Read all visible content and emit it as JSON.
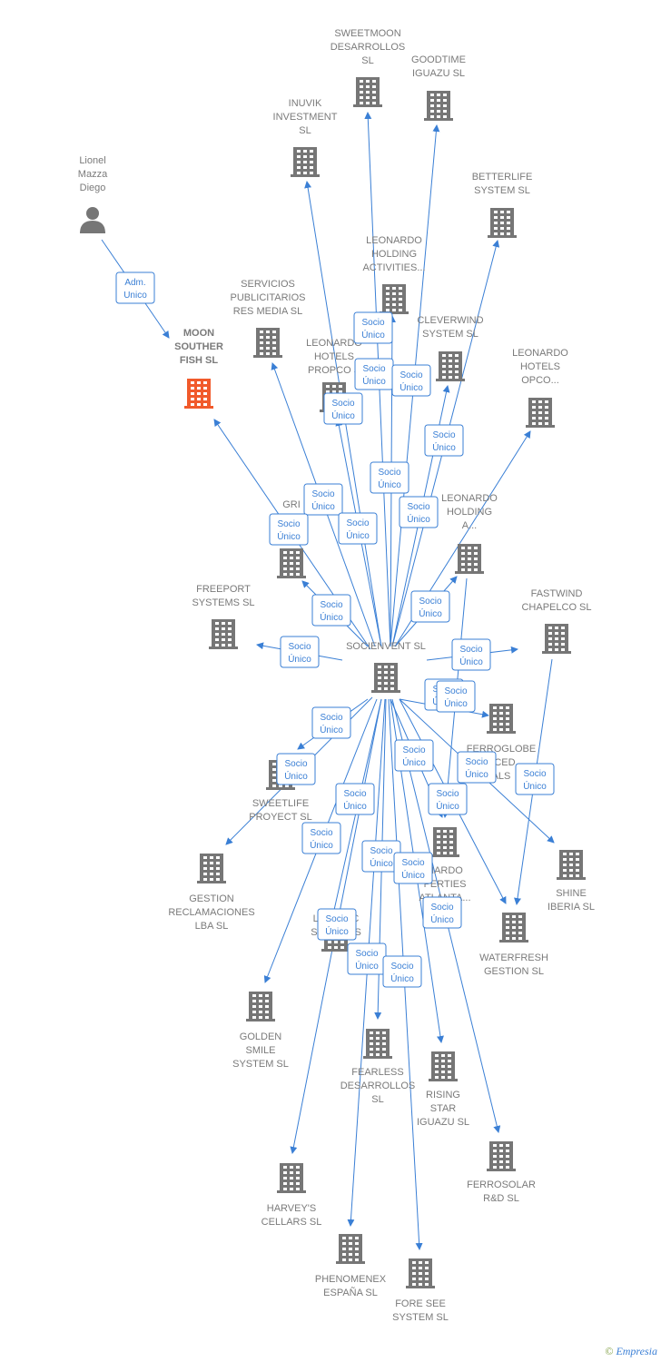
{
  "colors": {
    "edge": "#3a7fd5",
    "node": "#767676",
    "highlight": "#f15a2b",
    "label": "#7a7a7a"
  },
  "nodes": [
    {
      "id": "sweetmoon",
      "label": [
        "SWEETMOON",
        "DESARROLLOS",
        "SL"
      ],
      "icon": "building-icon"
    },
    {
      "id": "goodtime",
      "label": [
        "GOODTIME",
        "IGUAZU  SL"
      ],
      "icon": "building-icon"
    },
    {
      "id": "inuvik",
      "label": [
        "INUVIK",
        "INVESTMENT",
        "SL"
      ],
      "icon": "building-icon"
    },
    {
      "id": "lionel",
      "label": [
        "Lionel",
        "Mazza",
        "Diego"
      ],
      "icon": "person-icon"
    },
    {
      "id": "betterlife",
      "label": [
        "BETTERLIFE",
        "SYSTEM  SL"
      ],
      "icon": "building-icon"
    },
    {
      "id": "leo_holding_act",
      "label": [
        "LEONARDO",
        "HOLDING",
        "ACTIVITIES..."
      ],
      "icon": "building-icon"
    },
    {
      "id": "servicios",
      "label": [
        "SERVICIOS",
        "PUBLICITARIOS",
        "RES MEDIA  SL"
      ],
      "icon": "building-icon"
    },
    {
      "id": "moon",
      "label": [
        "MOON",
        "SOUTHER",
        "FISH  SL"
      ],
      "icon": "building-icon",
      "highlight": true
    },
    {
      "id": "cleverwind",
      "label": [
        "CLEVERWIND",
        "SYSTEM  SL"
      ],
      "icon": "building-icon"
    },
    {
      "id": "leo_propco",
      "label": [
        "LEONARDO",
        "HOTELS",
        "PROPCO  S"
      ],
      "icon": "building-icon"
    },
    {
      "id": "leo_opco",
      "label": [
        "LEONARDO",
        "HOTELS",
        "OPCO..."
      ],
      "icon": "building-icon"
    },
    {
      "id": "gri",
      "label": [
        "GRI",
        "S",
        "SE    SL"
      ],
      "icon": "building-icon"
    },
    {
      "id": "leo_holding",
      "label": [
        "LEONARDO",
        "HOLDING",
        "A..."
      ],
      "icon": "building-icon"
    },
    {
      "id": "freeport",
      "label": [
        "FREEPORT",
        "SYSTEMS  SL"
      ],
      "icon": "building-icon"
    },
    {
      "id": "fastwind",
      "label": [
        "FASTWIND",
        "CHAPELCO  SL"
      ],
      "icon": "building-icon"
    },
    {
      "id": "socienvent",
      "label": [
        "SOCIENVENT SL"
      ],
      "icon": "building-icon"
    },
    {
      "id": "ferroglobe",
      "label": [
        "FERROGLOBE",
        "NCED",
        "ALS"
      ],
      "icon": "building-icon"
    },
    {
      "id": "sweetlife",
      "label": [
        "SWEETLIFE",
        "PROYECT  SL"
      ],
      "icon": "building-icon"
    },
    {
      "id": "gestion",
      "label": [
        "GESTION",
        "RECLAMACIONES",
        "LBA  SL"
      ],
      "icon": "building-icon"
    },
    {
      "id": "leo_atlanta",
      "label": [
        "NARDO",
        "PERTIES",
        "ATLANTA..."
      ],
      "icon": "building-icon"
    },
    {
      "id": "shine",
      "label": [
        "SHINE",
        "IBERIA  SL"
      ],
      "icon": "building-icon"
    },
    {
      "id": "waterfresh",
      "label": [
        "WATERFRESH",
        "GESTION  SL"
      ],
      "icon": "building-icon"
    },
    {
      "id": "lifejuice",
      "label": [
        "LIFE JUIC",
        "SYSTEM  S"
      ],
      "icon": "building-icon"
    },
    {
      "id": "golden",
      "label": [
        "GOLDEN",
        "SMILE",
        "SYSTEM  SL"
      ],
      "icon": "building-icon"
    },
    {
      "id": "fearless",
      "label": [
        "FEARLESS",
        "DESARROLLOS",
        "SL"
      ],
      "icon": "building-icon"
    },
    {
      "id": "rising",
      "label": [
        "RISING",
        "STAR",
        "IGUAZU SL"
      ],
      "icon": "building-icon"
    },
    {
      "id": "ferrosolar",
      "label": [
        "FERROSOLAR",
        "R&D  SL"
      ],
      "icon": "building-icon"
    },
    {
      "id": "harveys",
      "label": [
        "HARVEY'S",
        "CELLARS  SL"
      ],
      "icon": "building-icon"
    },
    {
      "id": "phenomenex",
      "label": [
        "PHENOMENEX",
        "ESPAÑA  SL"
      ],
      "icon": "building-icon"
    },
    {
      "id": "foresee",
      "label": [
        "FORE SEE",
        "SYSTEM  SL"
      ],
      "icon": "building-icon"
    }
  ],
  "edges": [
    {
      "from": "lionel",
      "to": "moon",
      "rel": [
        "Adm.",
        "Unico"
      ]
    },
    {
      "from": "socienvent",
      "to": "sweetmoon",
      "rel": [
        "Socio",
        "Único"
      ]
    },
    {
      "from": "socienvent",
      "to": "goodtime",
      "rel": [
        "Socio",
        "Único"
      ]
    },
    {
      "from": "socienvent",
      "to": "inuvik",
      "rel": [
        "Socio",
        "Único"
      ]
    },
    {
      "from": "socienvent",
      "to": "betterlife",
      "rel": [
        "Socio",
        "Único"
      ]
    },
    {
      "from": "socienvent",
      "to": "leo_holding_act",
      "rel": [
        "Socio",
        "Único"
      ]
    },
    {
      "from": "socienvent",
      "to": "servicios",
      "rel": [
        "Socio",
        "Único"
      ]
    },
    {
      "from": "socienvent",
      "to": "moon",
      "rel": [
        "Socio",
        "Único"
      ]
    },
    {
      "from": "socienvent",
      "to": "cleverwind",
      "rel": [
        "Socio",
        "Único"
      ]
    },
    {
      "from": "socienvent",
      "to": "leo_propco",
      "rel": [
        "Socio",
        "Único"
      ]
    },
    {
      "from": "socienvent",
      "to": "leo_opco",
      "rel": [
        "Socio",
        "Único"
      ]
    },
    {
      "from": "socienvent",
      "to": "gri",
      "rel": [
        "Socio",
        "Único"
      ]
    },
    {
      "from": "socienvent",
      "to": "leo_holding",
      "rel": [
        "Socio",
        "Único"
      ]
    },
    {
      "from": "socienvent",
      "to": "freeport",
      "rel": [
        "Socio",
        "Único"
      ]
    },
    {
      "from": "socienvent",
      "to": "fastwind",
      "rel": [
        "Socio",
        "Único"
      ]
    },
    {
      "from": "socienvent",
      "to": "ferroglobe",
      "rel": [
        "Socio",
        "Único"
      ]
    },
    {
      "from": "socienvent",
      "to": "sweetlife",
      "rel": [
        "Socio",
        "Único"
      ]
    },
    {
      "from": "socienvent",
      "to": "gestion",
      "rel": [
        "Socio",
        "Único"
      ]
    },
    {
      "from": "socienvent",
      "to": "leo_atlanta",
      "rel": [
        "Socio",
        "Único"
      ]
    },
    {
      "from": "socienvent",
      "to": "shine",
      "rel": [
        "Socio",
        "Único"
      ]
    },
    {
      "from": "socienvent",
      "to": "waterfresh",
      "rel": [
        "Socio",
        "Único"
      ]
    },
    {
      "from": "socienvent",
      "to": "lifejuice",
      "rel": [
        "Socio",
        "Único"
      ]
    },
    {
      "from": "socienvent",
      "to": "golden",
      "rel": [
        "Socio",
        "Único"
      ]
    },
    {
      "from": "socienvent",
      "to": "fearless",
      "rel": [
        "Socio",
        "Único"
      ]
    },
    {
      "from": "socienvent",
      "to": "rising",
      "rel": [
        "Socio",
        "Único"
      ]
    },
    {
      "from": "socienvent",
      "to": "ferrosolar",
      "rel": [
        "Socio",
        "Único"
      ]
    },
    {
      "from": "socienvent",
      "to": "harveys",
      "rel": [
        "Socio",
        "Único"
      ]
    },
    {
      "from": "socienvent",
      "to": "phenomenex",
      "rel": [
        "Socio",
        "Único"
      ]
    },
    {
      "from": "socienvent",
      "to": "foresee",
      "rel": [
        "Socio",
        "Único"
      ]
    },
    {
      "from": "fastwind",
      "to": "waterfresh",
      "rel": [
        "Socio",
        "Único"
      ]
    },
    {
      "from": "leo_holding",
      "to": "leo_atlanta",
      "rel": [
        "Socio",
        "Único"
      ]
    }
  ],
  "footer": {
    "copyright": "©",
    "brand": "Empresia"
  }
}
